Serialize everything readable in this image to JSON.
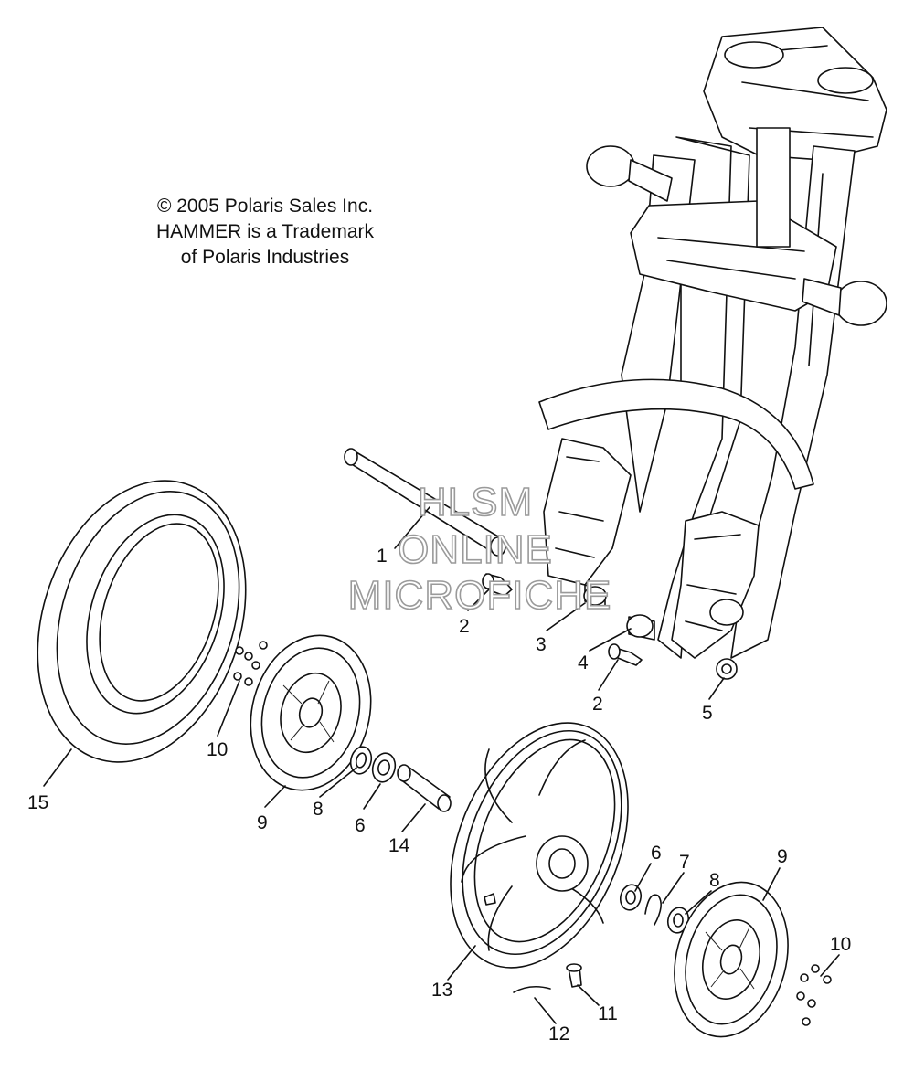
{
  "copyright": {
    "line1": "© 2005 Polaris Sales Inc.",
    "line2": "HAMMER is a Trademark",
    "line3": "of Polaris Industries"
  },
  "watermark": {
    "line1": "HLSM",
    "line2": "ONLINE",
    "line3": "MICROFICHE"
  },
  "callouts": [
    {
      "label": "1"
    },
    {
      "label": "2"
    },
    {
      "label": "3"
    },
    {
      "label": "4"
    },
    {
      "label": "2"
    },
    {
      "label": "5"
    },
    {
      "label": "10"
    },
    {
      "label": "15"
    },
    {
      "label": "9"
    },
    {
      "label": "8"
    },
    {
      "label": "6"
    },
    {
      "label": "14"
    },
    {
      "label": "6"
    },
    {
      "label": "7"
    },
    {
      "label": "8"
    },
    {
      "label": "9"
    },
    {
      "label": "10"
    },
    {
      "label": "13"
    },
    {
      "label": "11"
    },
    {
      "label": "12"
    }
  ]
}
